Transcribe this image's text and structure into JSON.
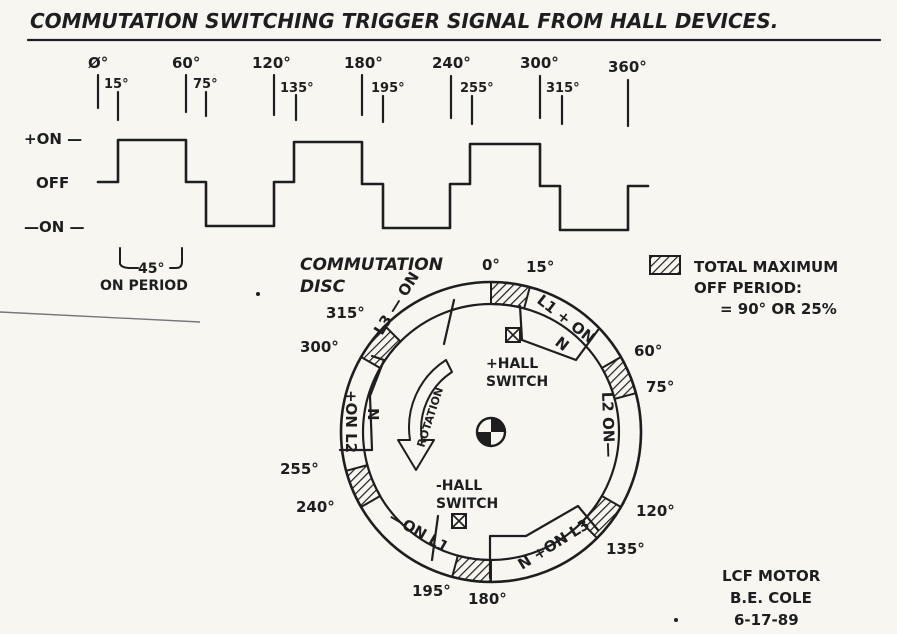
{
  "title": "COMMUTATION SWITCHING TRIGGER SIGNAL FROM HALL DEVICES.",
  "top_ticks": {
    "major": [
      "Ø°",
      "60°",
      "120°",
      "180°",
      "240°",
      "300°",
      "360°"
    ],
    "minor": [
      "15°",
      "75°",
      "135°",
      "195°",
      "255°",
      "315°"
    ]
  },
  "levels": {
    "on_pos": "+ON —",
    "off": "OFF",
    "on_neg": "—ON —"
  },
  "on_period": {
    "value": "45°",
    "label": "ON PERIOD"
  },
  "disc": {
    "title_line1": "COMMUTATION",
    "title_line2": "DISC",
    "angles": {
      "a0": "0°",
      "a15": "15°",
      "a60": "60°",
      "a75": "75°",
      "a120": "120°",
      "a135": "135°",
      "a180": "180°",
      "a195": "195°",
      "a240": "240°",
      "a255": "255°",
      "a300": "300°",
      "a315": "315°"
    },
    "segments": {
      "l1_on_pos": "L1 + ON",
      "l2_on_neg": "L2 ON—",
      "l3_on_pos": "N +ON L3",
      "l1_on_neg": "—ON L1",
      "l2_on_pos": "+ON L2",
      "l3_on_neg": "L3 — ON"
    },
    "poles": {
      "n": "N"
    },
    "pos_hall_line1": "+HALL",
    "pos_hall_line2": "SWITCH",
    "neg_hall_line1": "-HALL",
    "neg_hall_line2": "SWITCH",
    "rotation": "ROTATION"
  },
  "legend": {
    "line1": "TOTAL MAXIMUM",
    "line2": "OFF PERIOD:",
    "line3": "= 90° OR 25%"
  },
  "signature": {
    "line1": "LCF MOTOR",
    "line2": "B.E. COLE",
    "line3": "6-17-89"
  }
}
